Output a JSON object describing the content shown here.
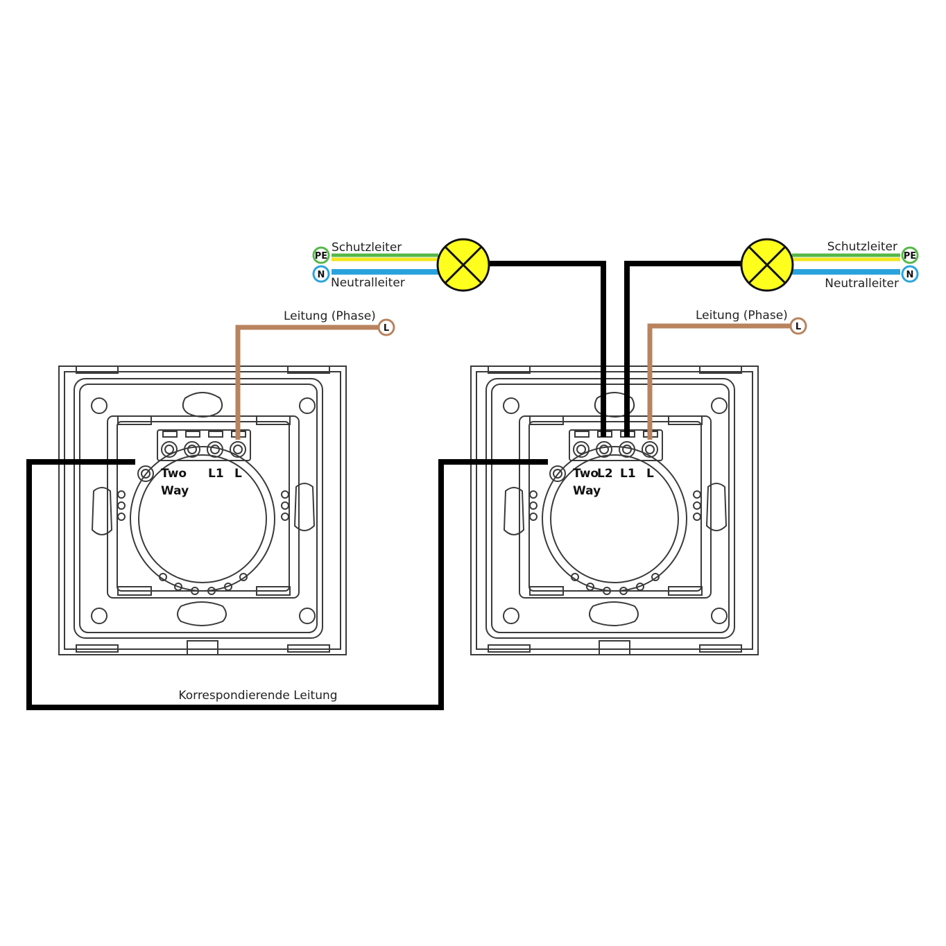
{
  "colors": {
    "phase": "#b8835e",
    "neutral": "#2aa3dc",
    "earth_green": "#55b748",
    "earth_yellow": "#f2e51a",
    "lamp": "#ffff1e",
    "wire": "#000000",
    "outline": "#3a3a3a"
  },
  "lamps": [
    {
      "earth_label": "Schutzleiter",
      "neutral_label": "Neutralleiter",
      "pe_badge": "PE",
      "n_badge": "N"
    },
    {
      "earth_label": "Schutzleiter",
      "neutral_label": "Neutralleiter",
      "pe_badge": "PE",
      "n_badge": "N"
    }
  ],
  "phase_feeds": [
    {
      "label": "Leitung (Phase)",
      "badge": "L"
    },
    {
      "label": "Leitung (Phase)",
      "badge": "L"
    }
  ],
  "switches": [
    {
      "name": "left",
      "terminals": [
        "Two",
        "Way",
        "L1",
        "L"
      ]
    },
    {
      "name": "right",
      "terminals": [
        "Two",
        "Way",
        "L2",
        "L1",
        "L"
      ]
    }
  ],
  "traveler_label": "Korrespondierende Leitung"
}
